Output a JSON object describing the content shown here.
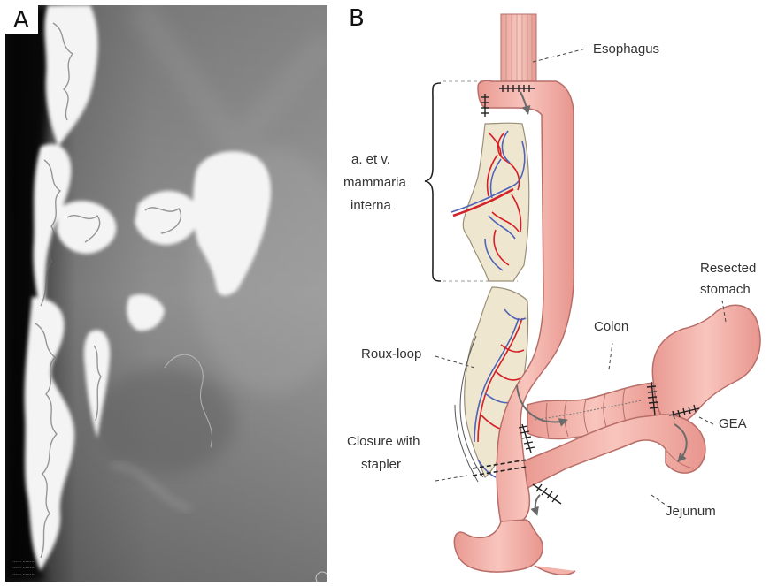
{
  "panel_a": {
    "letter": "A",
    "footer_lines": [
      "…… ……… ……",
      "…… ………",
      "…… ………"
    ]
  },
  "panel_b": {
    "letter": "B",
    "labels": {
      "esophagus": "Esophagus",
      "mammaria_line1": "a. et v.",
      "mammaria_line2": "mammaria",
      "mammaria_line3": "interna",
      "resected_line1": "Resected",
      "resected_line2": "stomach",
      "colon": "Colon",
      "roux_loop": "Roux-loop",
      "closure_line1": "Closure with",
      "closure_line2": "stapler",
      "gea": "GEA",
      "jejunum": "Jejunum"
    }
  },
  "colors": {
    "bowel_fill": "#f3b3ab",
    "bowel_stroke": "#b86e68",
    "mesentery": "#efe6cf",
    "artery": "#d61f26",
    "vein": "#4f63b8",
    "suture": "#222222",
    "arrow": "#6b6b6b",
    "leader": "#444444"
  }
}
